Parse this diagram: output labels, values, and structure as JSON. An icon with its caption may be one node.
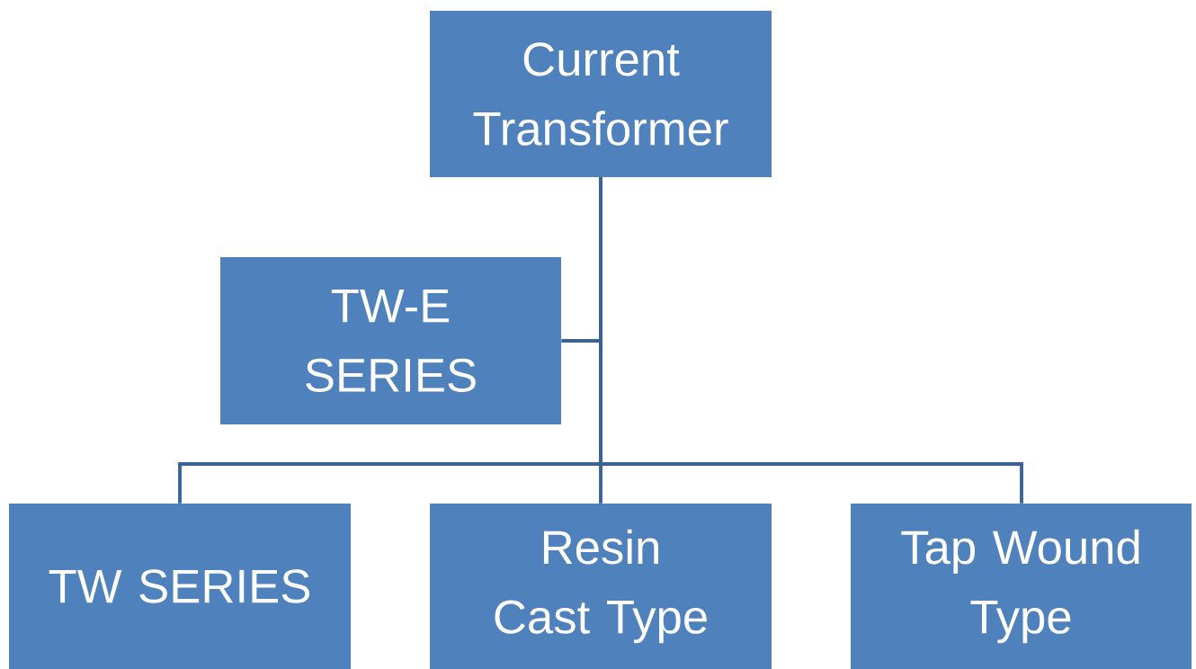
{
  "diagram": {
    "nodes": [
      {
        "text": [
          "Current Transformer"
        ]
      },
      {
        "text": [
          "TW-E SERIES"
        ]
      },
      {
        "text": [
          "TW SERIES"
        ]
      },
      {
        "text": [
          "Resin Cast Type"
        ]
      },
      {
        "text": [
          "Tap Wound Type"
        ]
      }
    ],
    "edges": [
      {
        "from": 0,
        "to": 1,
        "arrow": "none"
      },
      {
        "from": 0,
        "to": 2,
        "arrow": "none"
      },
      {
        "from": 0,
        "to": 3,
        "arrow": "none"
      },
      {
        "from": 0,
        "to": 4,
        "arrow": "none"
      }
    ]
  }
}
